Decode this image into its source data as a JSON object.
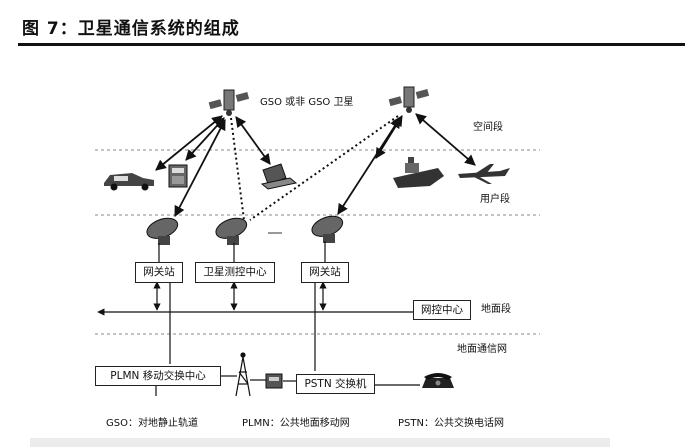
{
  "figure": {
    "title": "图 7：卫星通信系统的组成"
  },
  "labels": {
    "satellites": "GSO 或非 GSO 卫星",
    "space_segment": "空间段",
    "user_segment": "用户段",
    "ground_segment": "地面段",
    "terrestrial_network": "地面通信网"
  },
  "boxes": {
    "gateway_left": "网关站",
    "control_center": "卫星测控中心",
    "gateway_right": "网关站",
    "network_control": "网控中心",
    "plmn_center": "PLMN 移动交换中心",
    "pstn_switch": "PSTN 交换机"
  },
  "legend": {
    "gso": "GSO：对地静止轨道",
    "plmn": "PLMN：公共地面移动网",
    "pstn": "PSTN：公共交换电话网"
  }
}
